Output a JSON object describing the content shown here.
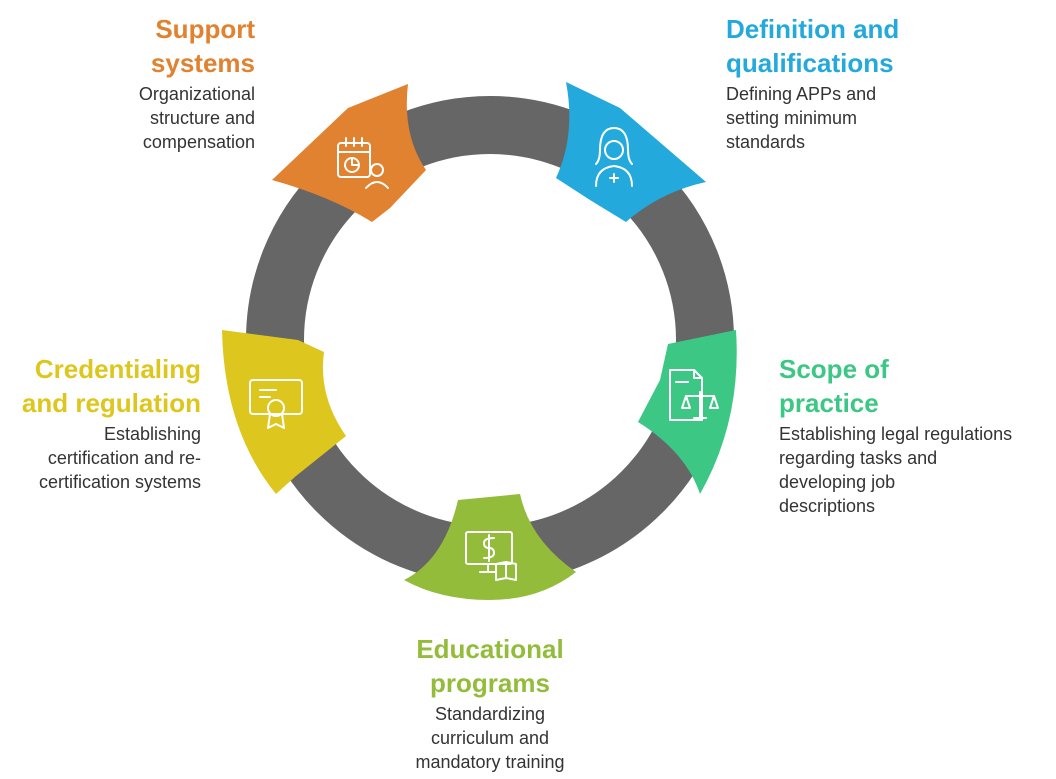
{
  "colors": {
    "ring": "#666666",
    "support": "#E0822F",
    "definition": "#23A9DB",
    "scope": "#3DC785",
    "education": "#93BC3B",
    "credential": "#DDC71E"
  },
  "segments": {
    "support": {
      "title_lines": [
        "Support",
        "systems"
      ],
      "desc_lines": [
        "Organizational",
        "structure and",
        "compensation"
      ],
      "icon": "calendar-chart-person-icon"
    },
    "definition": {
      "title_lines": [
        "Definition and",
        "qualifications"
      ],
      "desc_lines": [
        "Defining APPs and",
        "setting minimum",
        "standards"
      ],
      "icon": "nurse-icon"
    },
    "scope": {
      "title_lines": [
        "Scope of",
        "practice"
      ],
      "desc_lines": [
        "Establishing legal regulations",
        "regarding tasks and",
        "developing job",
        "descriptions"
      ],
      "icon": "document-scales-icon"
    },
    "education": {
      "title_lines": [
        "Educational",
        "programs"
      ],
      "desc_lines": [
        "Standardizing",
        "curriculum and",
        "mandatory training"
      ],
      "icon": "monitor-dollar-book-icon"
    },
    "credential": {
      "title_lines": [
        "Credentialing",
        "and regulation"
      ],
      "desc_lines": [
        "Establishing",
        "certification and re-",
        "certification systems"
      ],
      "icon": "certificate-icon"
    }
  }
}
